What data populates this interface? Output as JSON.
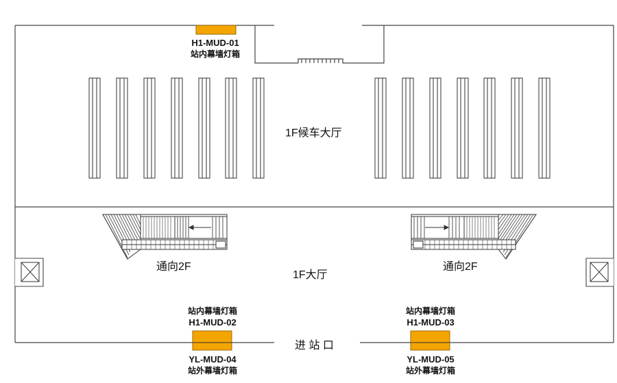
{
  "colors": {
    "lightbox_fill": "#f5a500",
    "lightbox_stroke": "#b07400",
    "line": "#444444"
  },
  "areas": {
    "waiting_hall": "1F候车大厅",
    "hall": "1F大厅",
    "entrance": "进 站 口"
  },
  "stairs": {
    "left": "通向2F",
    "right": "通向2F"
  },
  "lightboxes": [
    {
      "code": "H1-MUD-01",
      "desc": "站内幕墙灯箱"
    },
    {
      "code": "H1-MUD-02",
      "desc": "站内幕墙灯箱"
    },
    {
      "code": "H1-MUD-03",
      "desc": "站内幕墙灯箱"
    },
    {
      "code": "YL-MUD-04",
      "desc": "站外幕墙灯箱"
    },
    {
      "code": "YL-MUD-05",
      "desc": "站外幕墙灯箱"
    }
  ]
}
